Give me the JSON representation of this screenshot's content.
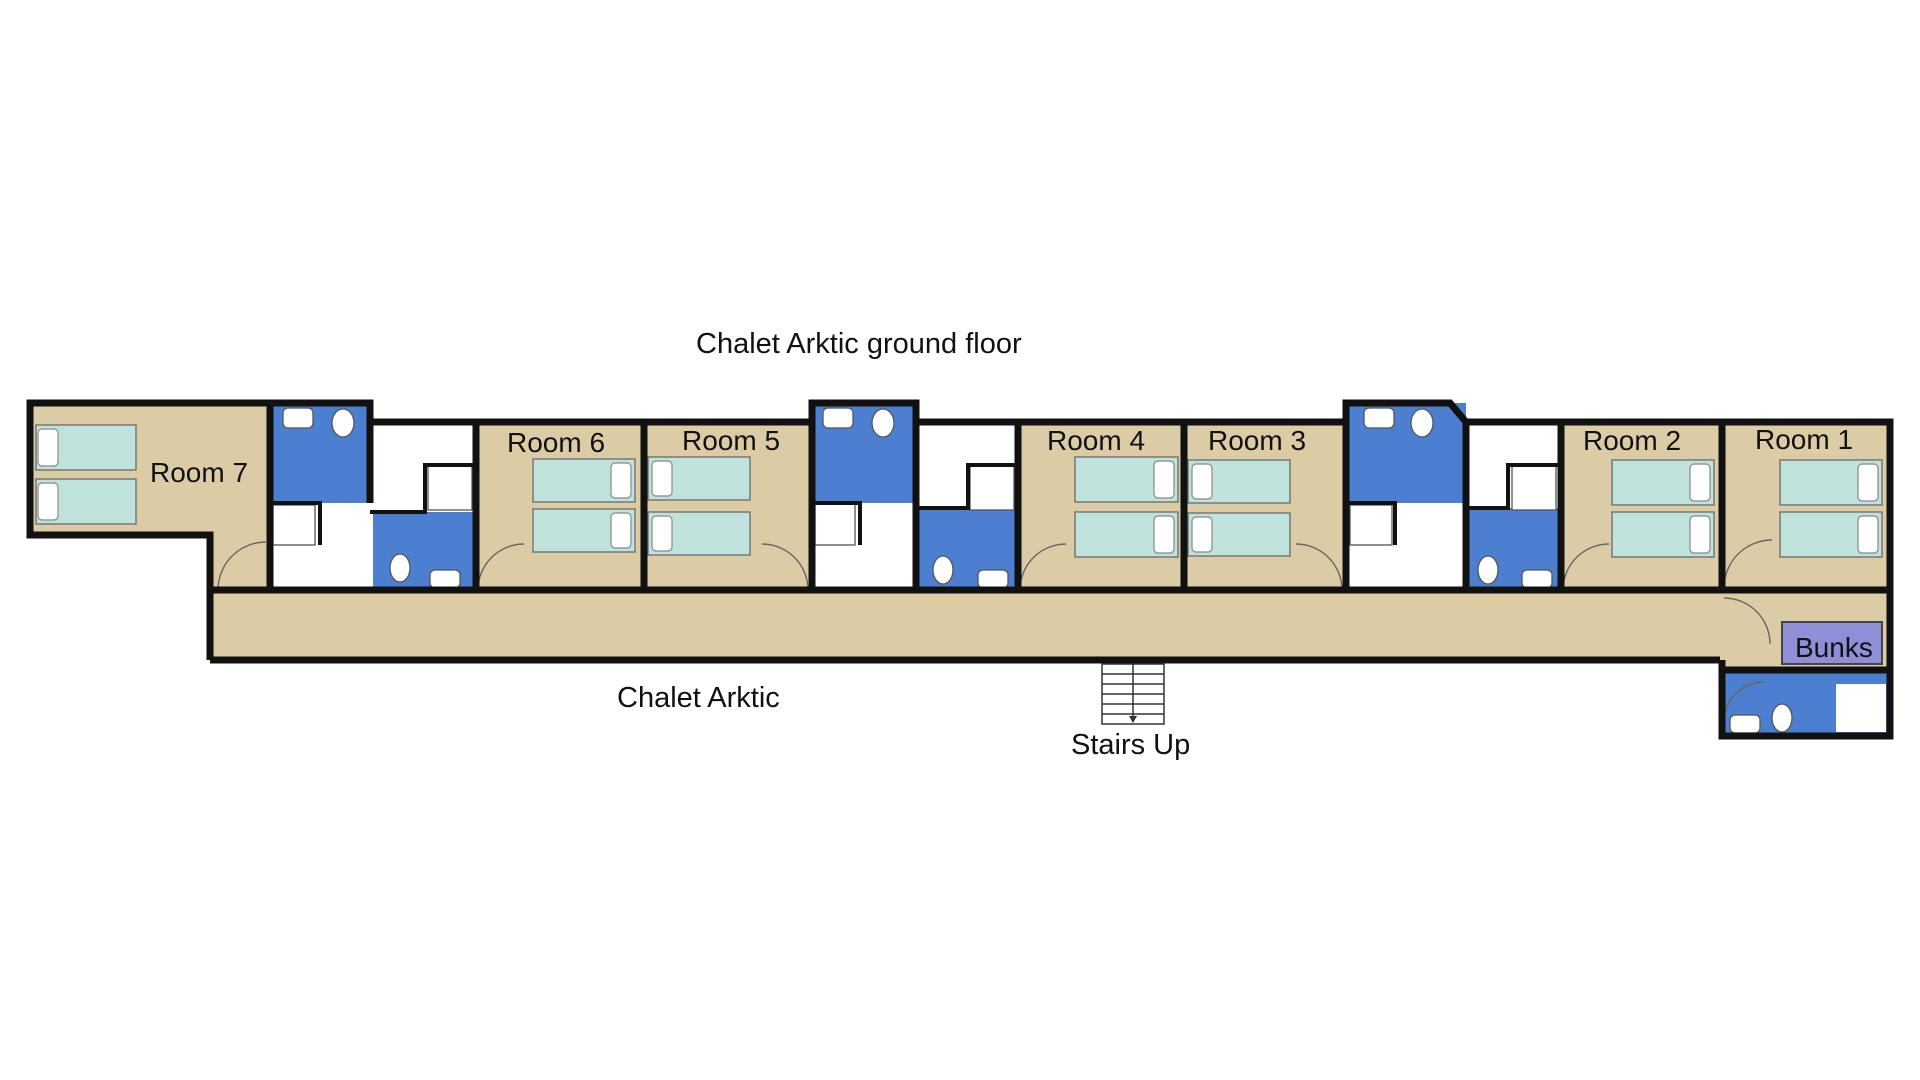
{
  "plan": {
    "title": "Chalet Arktic ground floor",
    "building_label": "Chalet Arktic",
    "stairs_label": "Stairs Up",
    "bunks_label": "Bunks",
    "rooms": [
      {
        "label": "Room 7"
      },
      {
        "label": "Room 6"
      },
      {
        "label": "Room 5"
      },
      {
        "label": "Room 4"
      },
      {
        "label": "Room 3"
      },
      {
        "label": "Room 2"
      },
      {
        "label": "Room 1"
      }
    ]
  },
  "colors": {
    "floor": "#dccca6",
    "bathroom": "#4d7fd0",
    "bed": "#bfe3dc",
    "bunks": "#8f8fd8",
    "walls": "#111111"
  }
}
